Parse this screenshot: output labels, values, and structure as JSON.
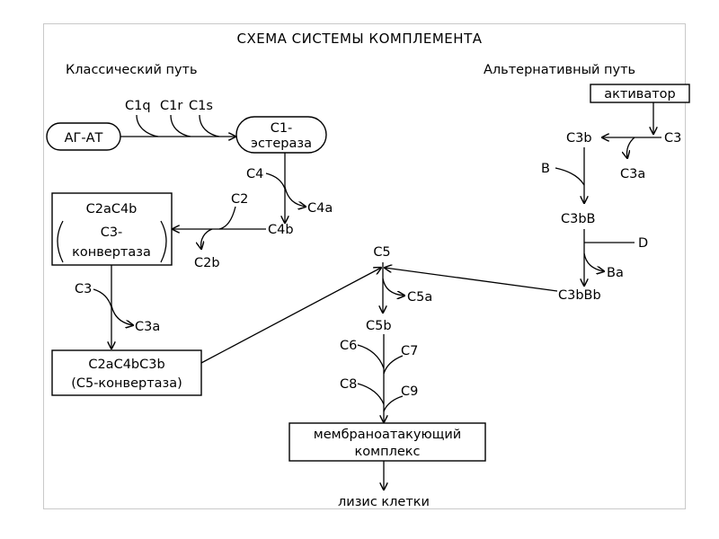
{
  "title": "СХЕМА СИСТЕМЫ КОМПЛЕМЕНТА",
  "classical_title": "Классический путь",
  "alternative_title": "Альтернативный путь",
  "nodes": {
    "ag_at": "АГ-АТ",
    "c1q": "C1q",
    "c1r": "C1r",
    "c1s": "C1s",
    "c1_l1": "C1-",
    "c1_l2": "эстераза",
    "c4": "C4",
    "c4a": "C4a",
    "c2": "C2",
    "c4b": "C4b",
    "c2b": "C2b",
    "c3conv_l1": "C2aC4b",
    "c3conv_l2": "C3-",
    "c3conv_l3": "конвертаза",
    "c3_left": "C3",
    "c3a_left": "C3a",
    "c5conv_l1": "C2aC4bC3b",
    "c5conv_l2": "(C5-конвертаза)",
    "activator": "активатор",
    "c3b": "C3b",
    "c3_right": "C3",
    "c3a_right": "C3a",
    "b": "B",
    "c3bb": "C3bB",
    "d": "D",
    "ba": "Ba",
    "c3bbb": "C3bBb",
    "c5": "C5",
    "c5a": "C5a",
    "c5b": "C5b",
    "c6": "C6",
    "c7": "C7",
    "c8": "C8",
    "c9": "C9",
    "mac_l1": "мембраноатакующий",
    "mac_l2": "комплекс",
    "lysis": "лизис клетки"
  }
}
